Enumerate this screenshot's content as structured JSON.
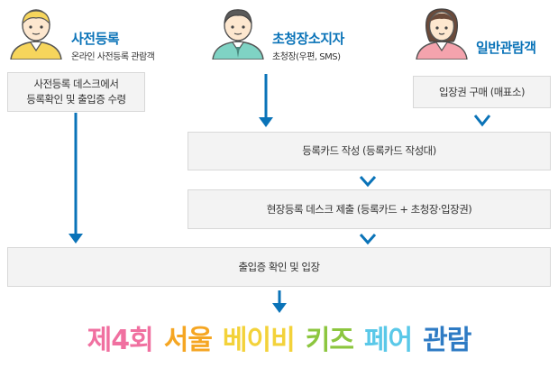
{
  "personas": [
    {
      "title": "사전등록",
      "subtitle": "온라인 사전등록 관람객",
      "avatar_color": "#f6d55c",
      "icon": "person-icon"
    },
    {
      "title": "초청장소지자",
      "subtitle": "초청장(우편, SMS)",
      "avatar_color": "#7fd3c4",
      "icon": "person-icon"
    },
    {
      "title": "일반관람객",
      "subtitle": "",
      "avatar_color": "#f4a3ad",
      "icon": "person-icon"
    }
  ],
  "steps": {
    "preregister_desk": [
      "사전등록 데스크에서",
      "등록확인 및 출입증 수령"
    ],
    "ticket_purchase": "입장권 구매 (매표소)",
    "registration_card": "등록카드 작성 (등록카드 작성대)",
    "onsite_desk": "현장등록 데스크 제출 (등록카드 + 초청장·입장권)",
    "entry": "출입증 확인 및 입장"
  },
  "final_title": [
    {
      "text": "제4회",
      "color": "#f070a0"
    },
    {
      "text": "서울",
      "color": "#f5a623"
    },
    {
      "text": "베이비",
      "color": "#f3d23a"
    },
    {
      "text": "키즈",
      "color": "#8cc63f"
    },
    {
      "text": "페어",
      "color": "#5ac8e8"
    },
    {
      "text": "관람",
      "color": "#2e7bc4"
    }
  ],
  "colors": {
    "arrow": "#0a73b8",
    "title_blue": "#0a73b8",
    "box_bg": "#f3f3f3"
  }
}
